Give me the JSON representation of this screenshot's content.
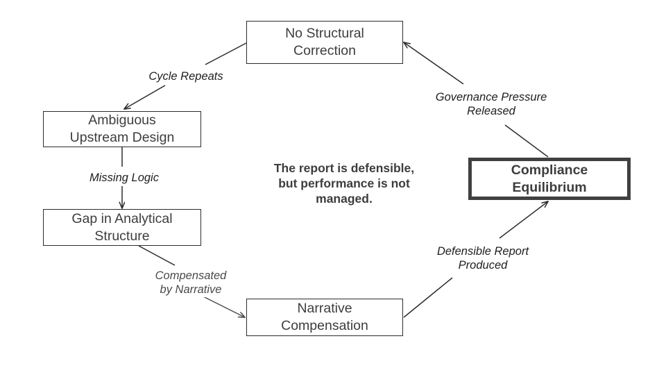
{
  "diagram": {
    "title_note": "The report is defensible,\nbut performance is not managed.",
    "nodes": [
      {
        "id": "no-structural-correction",
        "label": "No Structural\nCorrection",
        "style": "plain"
      },
      {
        "id": "ambiguous-upstream-design",
        "label": "Ambiguous\nUpstream Design",
        "style": "plain"
      },
      {
        "id": "gap-in-analytical-structure",
        "label": "Gap in Analytical\nStructure",
        "style": "plain"
      },
      {
        "id": "narrative-compensation",
        "label": "Narrative\nCompensation",
        "style": "plain"
      },
      {
        "id": "compliance-equilibrium",
        "label": "Compliance\nEquilibrium",
        "style": "emphasis"
      }
    ],
    "edge_labels": [
      {
        "id": "cycle-repeats",
        "text": "Cycle Repeats"
      },
      {
        "id": "missing-logic",
        "text": "Missing Logic"
      },
      {
        "id": "compensated-by-narrative",
        "text": "Compensated\nby Narrative"
      },
      {
        "id": "defensible-report-produced",
        "text": "Defensible Report\nProduced"
      },
      {
        "id": "governance-pressure-released",
        "text": "Governance Pressure\nReleased"
      }
    ],
    "colors": {
      "stroke": "#2b2b2b",
      "emphasis_border": "#404040",
      "text": "#3d3d3d",
      "background": "#ffffff"
    }
  }
}
